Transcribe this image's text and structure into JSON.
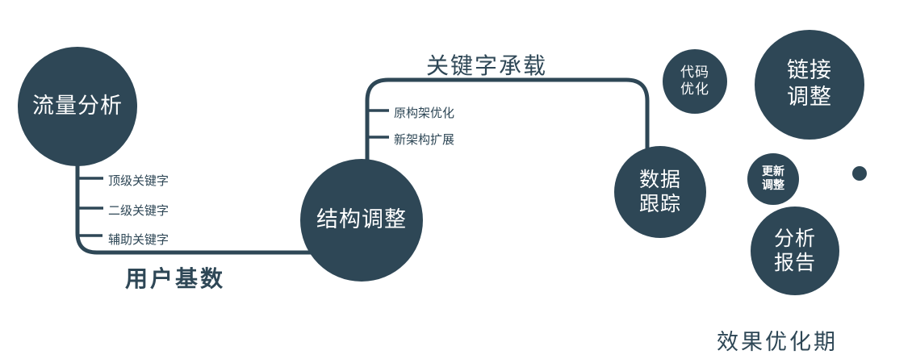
{
  "colors": {
    "node_fill": "#2e4756",
    "node_text": "#ffffff",
    "line": "#2e4756",
    "label_text": "#2e4756",
    "background": "#ffffff"
  },
  "nodes": {
    "traffic_analysis": {
      "label": "流量分析"
    },
    "structure_adjust": {
      "label": "结构调整"
    },
    "data_tracking": {
      "line1": "数据",
      "line2": "跟踪"
    },
    "code_optimize": {
      "line1": "代码",
      "line2": "优化"
    },
    "link_adjust": {
      "line1": "链接",
      "line2": "调整"
    },
    "update_adjust": {
      "line1": "更新",
      "line2": "调整"
    },
    "analysis_report": {
      "line1": "分析",
      "line2": "报告"
    }
  },
  "edges": {
    "user_base": "用户基数",
    "keyword_carry": "关键字承载"
  },
  "ticks": {
    "left": [
      "顶级关键字",
      "二级关键字",
      "辅助关键字"
    ],
    "mid": [
      "原构架优化",
      "新架构扩展"
    ]
  },
  "footer": "效果优化期"
}
